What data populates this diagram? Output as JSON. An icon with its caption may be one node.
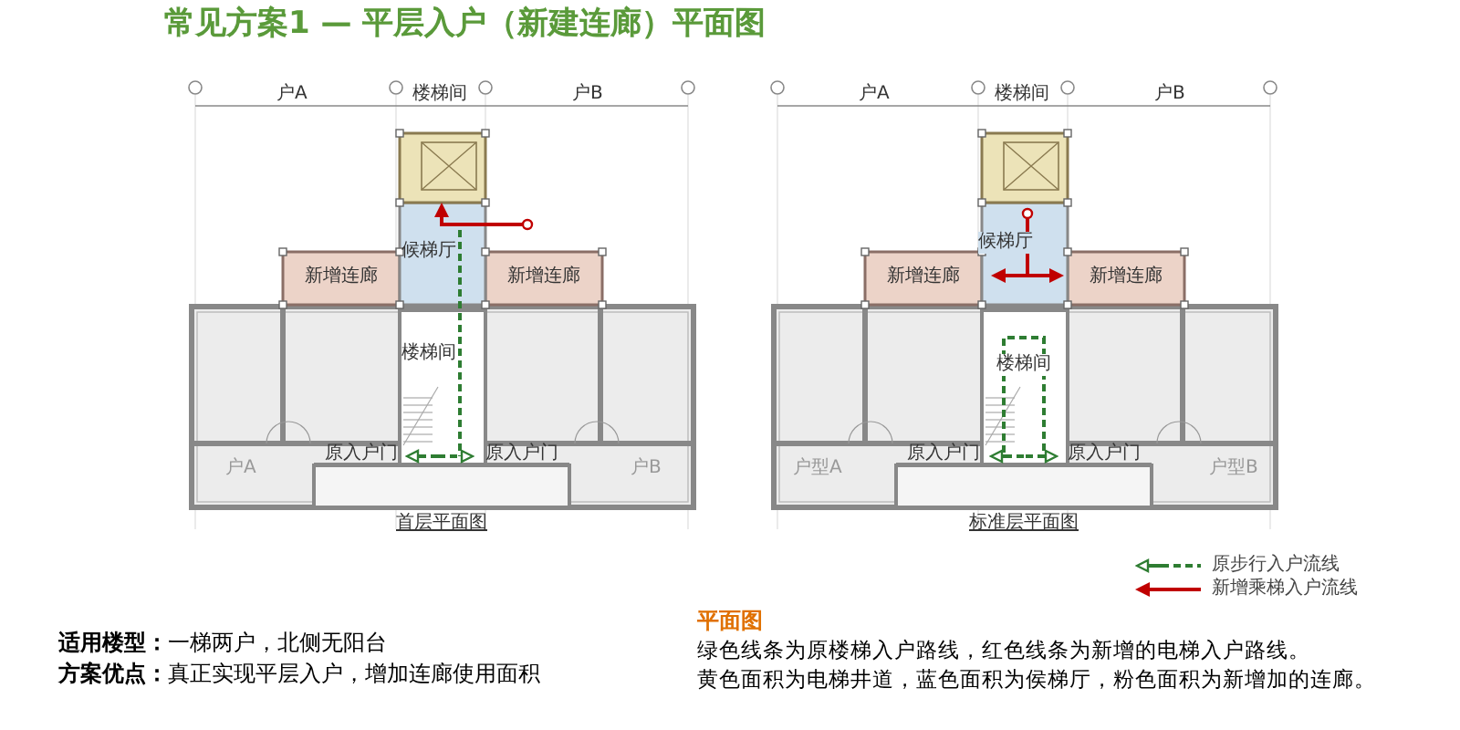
{
  "diagram": {
    "title": "常见方案1 — 平层入户（新建连廊）平面图",
    "labels": [
      "户A",
      "楼梯间",
      "户B",
      "候梯厅",
      "新增连廊",
      "新增连廊",
      "楼梯间",
      "户A",
      "原入户门",
      "原入户门",
      "户B",
      "首层平面图",
      "户A",
      "楼梯间",
      "户B",
      "候梯厅",
      "新增连廊",
      "新增连廊",
      "楼梯间",
      "户型A",
      "原入户门",
      "原入户门",
      "户型B",
      "标准层平面图",
      "**适用楼型：**一梯两户，北侧无阳台",
      "**方案优点：**真正实现平层入户，增加连廊使用面积",
      "平面图",
      "绿色线条为原楼梯入户路线，红色线条为新增的电梯入户路线。",
      "黄色面积为电梯井道，蓝色面积为侯梯厅，粉色面积为新增加的连廊。"
    ],
    "legend": [
      {
        "text": "原步行入户流线"
      },
      {
        "text": "新增乘梯入户流线"
      }
    ]
  }
}
